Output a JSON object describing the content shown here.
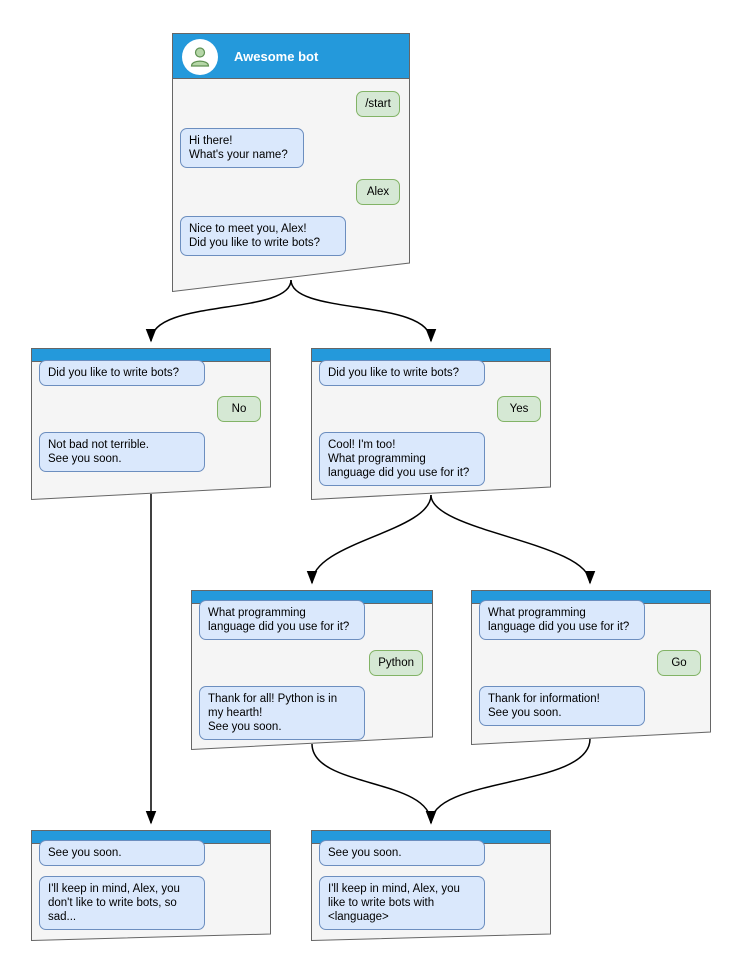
{
  "colors": {
    "header_blue": "#2499db",
    "panel_fill": "#f5f5f5",
    "panel_border": "#666666",
    "bot_bubble_fill": "#dae8fc",
    "bot_bubble_border": "#6c8ebf",
    "user_bubble_fill": "#d5e8d4",
    "user_bubble_border": "#82b366",
    "arrow": "#000000"
  },
  "panels": {
    "root": {
      "title": "Awesome bot",
      "messages": [
        {
          "from": "user",
          "text": "/start"
        },
        {
          "from": "bot",
          "text": "Hi there!\nWhat's your name?"
        },
        {
          "from": "user",
          "text": "Alex"
        },
        {
          "from": "bot",
          "text": "Nice to meet you, Alex!\nDid you like to write bots?"
        }
      ]
    },
    "branch_no": {
      "messages": [
        {
          "from": "bot",
          "text": "Did you like to write bots?"
        },
        {
          "from": "user",
          "text": "No"
        },
        {
          "from": "bot",
          "text": "Not bad not terrible.\nSee you soon."
        }
      ]
    },
    "branch_yes": {
      "messages": [
        {
          "from": "bot",
          "text": "Did you like to write bots?"
        },
        {
          "from": "user",
          "text": "Yes"
        },
        {
          "from": "bot",
          "text": "Cool! I'm too!\nWhat programming\nlanguage did you use for it?"
        }
      ]
    },
    "branch_python": {
      "messages": [
        {
          "from": "bot",
          "text": "What programming\nlanguage did you use for it?"
        },
        {
          "from": "user",
          "text": "Python"
        },
        {
          "from": "bot",
          "text": "Thank for all! Python is in\nmy hearth!\nSee you soon."
        }
      ]
    },
    "branch_go": {
      "messages": [
        {
          "from": "bot",
          "text": "What programming\nlanguage did you use for it?"
        },
        {
          "from": "user",
          "text": "Go"
        },
        {
          "from": "bot",
          "text": "Thank for information!\nSee you soon."
        }
      ]
    },
    "end_no": {
      "messages": [
        {
          "from": "bot",
          "text": "See you soon."
        },
        {
          "from": "bot",
          "text": "I'll keep in mind, Alex, you\ndon't like to write bots, so\nsad..."
        }
      ]
    },
    "end_yes": {
      "messages": [
        {
          "from": "bot",
          "text": "See you soon."
        },
        {
          "from": "bot",
          "text": "I'll keep in mind, Alex, you\nlike to write bots with\n<language>"
        }
      ]
    }
  }
}
